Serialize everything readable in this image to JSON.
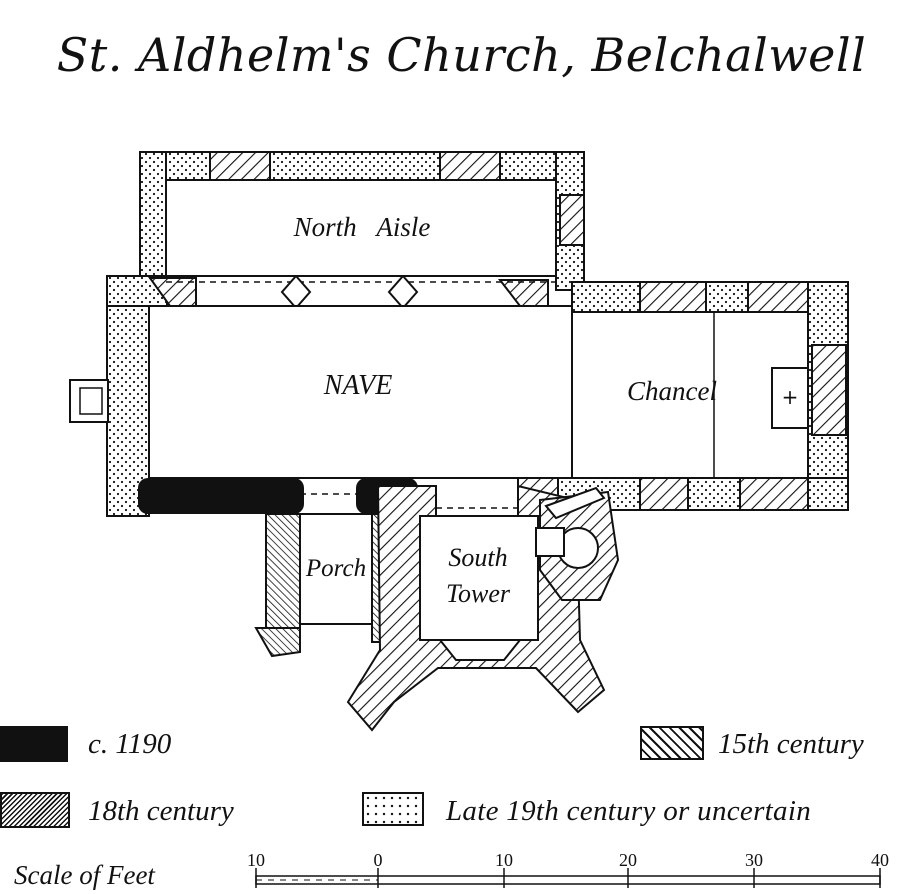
{
  "title": "St. Aldhelm's Church,  Belchalwell",
  "rooms": {
    "north_aisle": "North   Aisle",
    "nave": "NAVE",
    "chancel": "Chancel",
    "altar": "+",
    "porch": "Porch",
    "south_tower_line1": "South",
    "south_tower_line2": "Tower"
  },
  "legend": {
    "c1190": "c. 1190",
    "c15": "15th century",
    "c18": "18th century",
    "c19": "Late 19th century or uncertain"
  },
  "scale": {
    "label": "Scale of Feet",
    "ticks": [
      "10",
      "0",
      "10",
      "20",
      "30",
      "40"
    ]
  },
  "colors": {
    "ink": "#111111",
    "paper": "#ffffff"
  }
}
